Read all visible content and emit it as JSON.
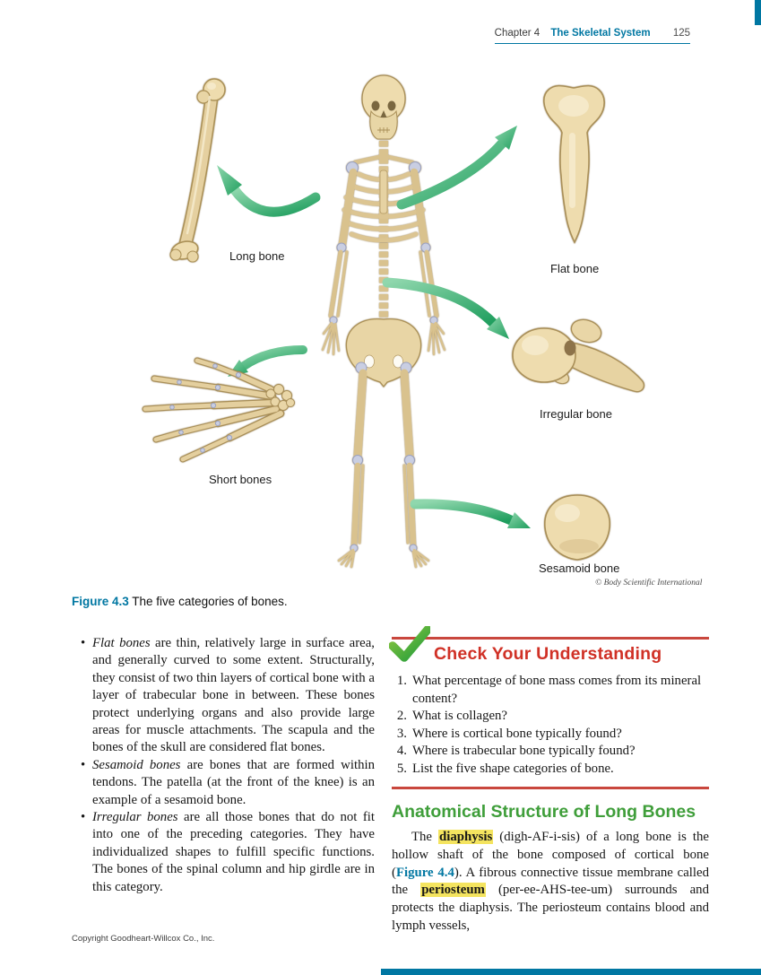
{
  "colors": {
    "teal": "#0077a2",
    "green": "#3f9e3a",
    "red_title": "#d03126",
    "red_rule": "#c9473d",
    "yellow": "#f4e45f",
    "arrow_light": "#8fd7ad",
    "arrow_dark": "#1f9e5e",
    "bone_fill": "#eedcae",
    "bone_stroke": "#a98f58"
  },
  "header": {
    "chapter": "Chapter 4",
    "title": "The Skeletal System",
    "page_number": "125"
  },
  "figure": {
    "labels": {
      "long_bone": "Long bone",
      "flat_bone": "Flat bone",
      "irregular_bone": "Irregular bone",
      "short_bones": "Short bones",
      "sesamoid_bone": "Sesamoid bone"
    },
    "credit": "© Body Scientific International",
    "caption": {
      "label": "Figure 4.3",
      "text": "The five categories of bones."
    }
  },
  "left_column": {
    "marker": "•",
    "bullets": [
      {
        "lead": "Flat bones",
        "text": " are thin, relatively large in surface area, and generally curved to some extent. Structurally, they consist of two thin layers of cortical bone with a layer of trabecular bone in between. These bones protect underlying organs and also provide large areas for muscle attachments. The scapula and the bones of the skull are considered flat bones."
      },
      {
        "lead": "Sesamoid bones",
        "text": " are bones that are formed within tendons. The patella (at the front of the knee) is an example of a sesamoid bone."
      },
      {
        "lead": "Irregular bones",
        "text": " are all those bones that do not fit into one of the preceding categories. They have individualized shapes to fulfill specific functions. The bones of the spinal column and hip girdle are in this category."
      }
    ]
  },
  "check_your_understanding": {
    "title": "Check Your Understanding",
    "questions": [
      {
        "num": "1.",
        "text": "What percentage of bone mass comes from its mineral content?"
      },
      {
        "num": "2.",
        "text": "What is collagen?"
      },
      {
        "num": "3.",
        "text": "Where is cortical bone typically found?"
      },
      {
        "num": "4.",
        "text": "Where is trabecular bone typically found?"
      },
      {
        "num": "5.",
        "text": "List the five shape categories of bone."
      }
    ]
  },
  "section": {
    "heading": "Anatomical Structure of Long Bones",
    "paragraph": {
      "t1": "The ",
      "term1": "diaphysis",
      "t2": " (digh-AF-i-sis) of a long bone is the hollow shaft of the bone composed of cortical bone (",
      "figref": "Figure 4.4",
      "t3": "). A fibrous connective tissue membrane called the ",
      "term2": "periosteum",
      "t4": " (per-ee-AHS-tee-um) surrounds and protects the diaphysis. The periosteum contains blood and lymph vessels,"
    }
  },
  "footer": {
    "copyright": "Copyright Goodheart-Willcox Co., Inc."
  }
}
